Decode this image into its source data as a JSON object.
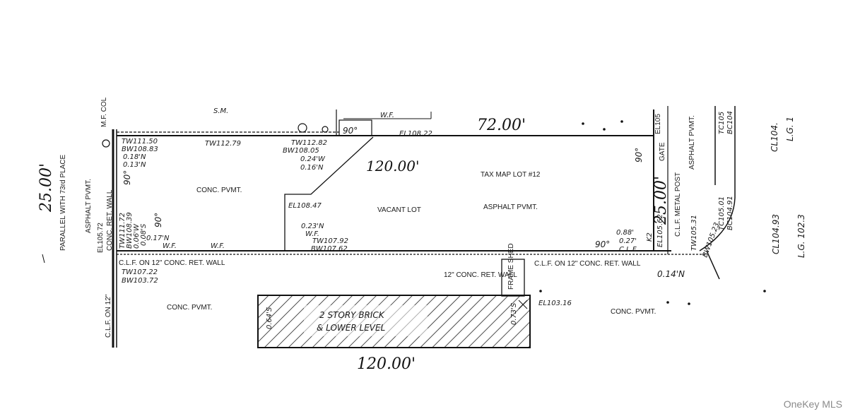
{
  "dims": {
    "front": "72.00'",
    "diag": "120.00'",
    "left": "25.00'",
    "right": "25.00'",
    "bottom": "120.00'"
  },
  "left_street": {
    "caption": "PARALLEL WITH 73rd PLACE",
    "pavement": "ASPHALT PVMT.",
    "el": "EL105.72",
    "wall": "CONC. RET. WALL",
    "clf": "C.L.F. ON 12\"",
    "mc": "M.F. COL"
  },
  "top_labels": {
    "tw1": "TW111.50",
    "bw1": "BW108.83",
    "n1": "0.18'N",
    "n2": "0.13'N",
    "tw2": "TW112.79",
    "tw3": "TW112.82",
    "bw3": "BW108.05",
    "w1": "0.24'W",
    "n3": "0.16'N",
    "wf": "W.F.",
    "el": "EL108.22",
    "box": "90°",
    "sim": "S.M."
  },
  "interior": {
    "conc": "CONC. PVMT.",
    "vacant": "VACANT LOT",
    "taxmap": "TAX MAP LOT #12",
    "asphalt": "ASPHALT PVMT.",
    "el1": "EL108.47",
    "n4": "0.23'N",
    "wf2": "W.F.",
    "tw4": "TW107.92",
    "bw4": "BW107.62",
    "n5": "0.17'N",
    "wf3": "W.F.",
    "wf4": "W.F.",
    "ll1": "TW111.72",
    "ll2": "BW108.39",
    "ll3": "0.08'S",
    "ll4": "0.06'W"
  },
  "corners": {
    "tl": "90°",
    "bl": "90°",
    "tr": "90°",
    "br": "90°"
  },
  "right_side": {
    "gate": "GATE",
    "el_top": "EL105",
    "asphalt": "ASPHALT PVMT.",
    "clf_post": "C.L.F. METAL POST",
    "tc": "TC105.01",
    "bc": "BC104.91",
    "tc2": "TC105",
    "bc2": "BC104",
    "el2": "EL105.62",
    "n6": "0.88'",
    "n7": "0.27'",
    "clf": "C.L.F.",
    "tw": "TW105.31",
    "bw": "BW105.23",
    "k": "K2",
    "n8": "0.14'N",
    "cl1": "CL104.",
    "lg1": "L.G. 1",
    "cl2": "CL104.93",
    "lg2": "L.G. 102.3"
  },
  "bottom": {
    "clf_wall": "C.L.F. ON 12\" CONC. RET. WALL",
    "tw": "TW107.22",
    "bw": "BW103.72",
    "ret": "12\" CONC. RET. WALL",
    "frame": "FRAME SHED",
    "clf_wall2": "C.L.F. ON 12\" CONC. RET. WALL",
    "el": "EL103.16",
    "conc_l": "CONC. PVMT.",
    "conc_r": "CONC. PVMT.",
    "house1": "2 STORY BRICK",
    "house2": "& LOWER LEVEL",
    "h_l": "0.64'S",
    "h_r": "0.73'S"
  },
  "watermark": "OneKey MLS"
}
